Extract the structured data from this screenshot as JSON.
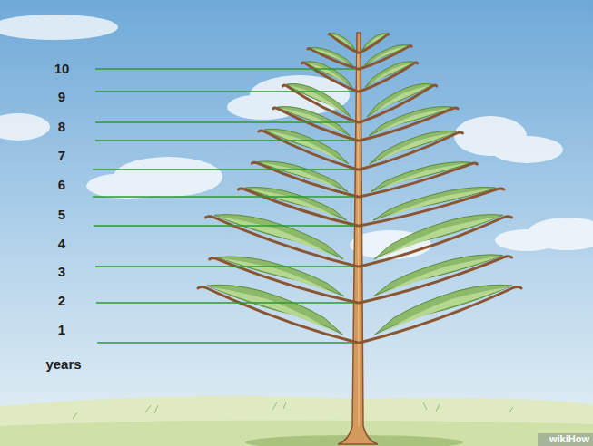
{
  "diagram": {
    "labels": [
      "10",
      "9",
      "8",
      "7",
      "6",
      "5",
      "4",
      "3",
      "2",
      "1",
      "years",
      "wikiHow"
    ]
  }
}
